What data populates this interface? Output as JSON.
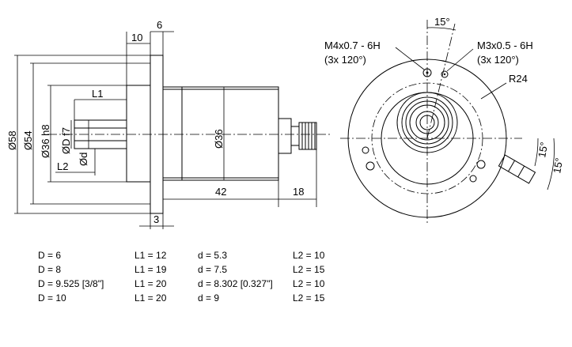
{
  "side_view": {
    "dim_top_10": "10",
    "dim_top_6": "6",
    "dim_L1": "L1",
    "dim_L2": "L2",
    "dim_d": "Ød",
    "dim_D": "ØD f7",
    "dim_36h8": "Ø36 h8",
    "dim_54": "Ø54",
    "dim_58": "Ø58",
    "dim_36": "Ø36",
    "dim_42": "42",
    "dim_18": "18",
    "dim_3": "3"
  },
  "front_view": {
    "angle_top": "15°",
    "thread1": "M4x0.7 - 6H",
    "thread1_pattern": "(3x 120°)",
    "thread2": "M3x0.5 - 6H",
    "thread2_pattern": "(3x 120°)",
    "radius": "R24",
    "angle_right1": "15°",
    "angle_right2": "15°"
  },
  "table": {
    "col_D": [
      "D =  6",
      "D =  8",
      "D =  9.525 [3/8\"]",
      "D = 10"
    ],
    "col_L1": [
      "L1 = 12",
      "L1 = 19",
      "L1 = 20",
      "L1 = 20"
    ],
    "col_d": [
      "d =  5.3",
      "d =  7.5",
      "d =  8.302 [0.327\"]",
      "d =  9"
    ],
    "col_L2": [
      "L2 = 10",
      "L2 = 15",
      "L2 = 10",
      "L2 = 15"
    ]
  }
}
